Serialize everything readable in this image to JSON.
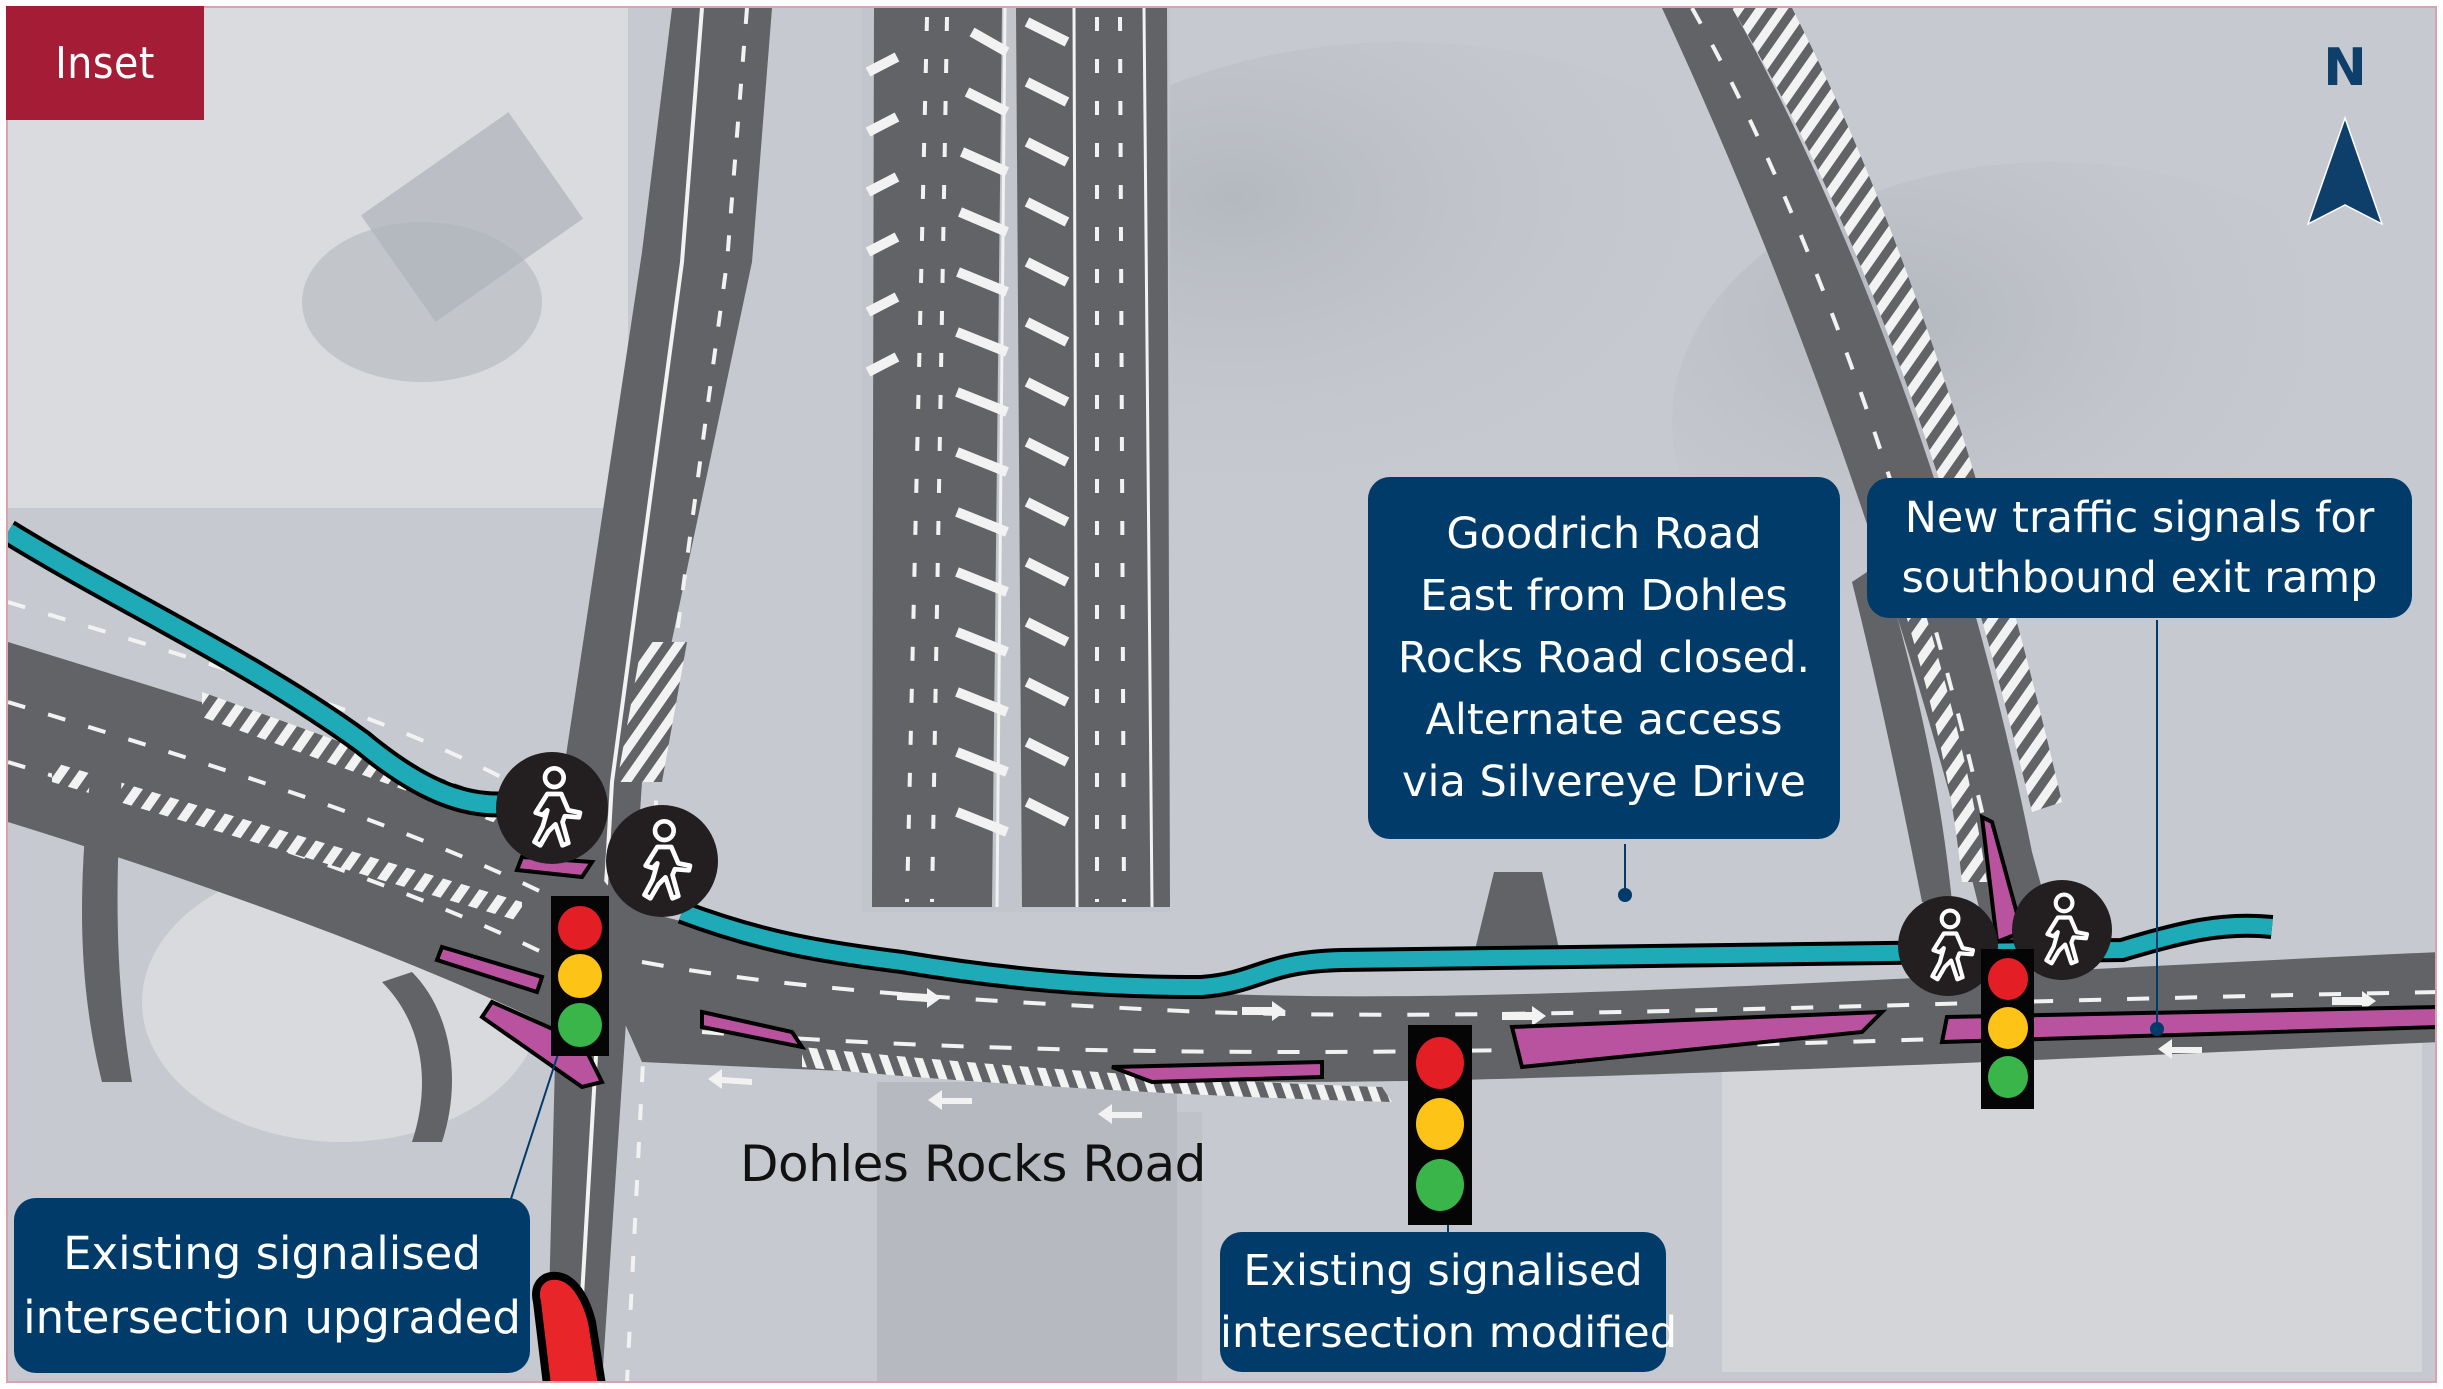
{
  "map": {
    "badge": "Inset",
    "north_label": "N",
    "road_label": "Dohles Rocks Road",
    "colors": {
      "badge": "#a51c36",
      "callout": "#003b6a",
      "north_arrow": "#0e3f6b",
      "road": "#626366",
      "aerial": "#c9ccd2",
      "shared_path": "#1eaab7",
      "median": "#b953a0",
      "signal_red": "#e31e25",
      "signal_amber": "#fdc316",
      "signal_green": "#39b54a",
      "closed_marker": "#e8262a"
    },
    "callouts": [
      {
        "id": "goodrich-closed",
        "lines": [
          "Goodrich Road",
          "East from Dohles",
          "Rocks Road closed.",
          "Alternate access",
          "via Silvereye Drive"
        ]
      },
      {
        "id": "new-signals",
        "lines": [
          "New traffic signals for",
          "southbound exit ramp"
        ]
      },
      {
        "id": "upgraded",
        "lines": [
          "Existing signalised",
          "intersection upgraded"
        ]
      },
      {
        "id": "modified",
        "lines": [
          "Existing signalised",
          "intersection modified"
        ]
      }
    ],
    "icons": {
      "pedestrian": "pedestrian-crossing-icon",
      "signal": "traffic-signal-icon",
      "north": "north-arrow-icon"
    }
  }
}
